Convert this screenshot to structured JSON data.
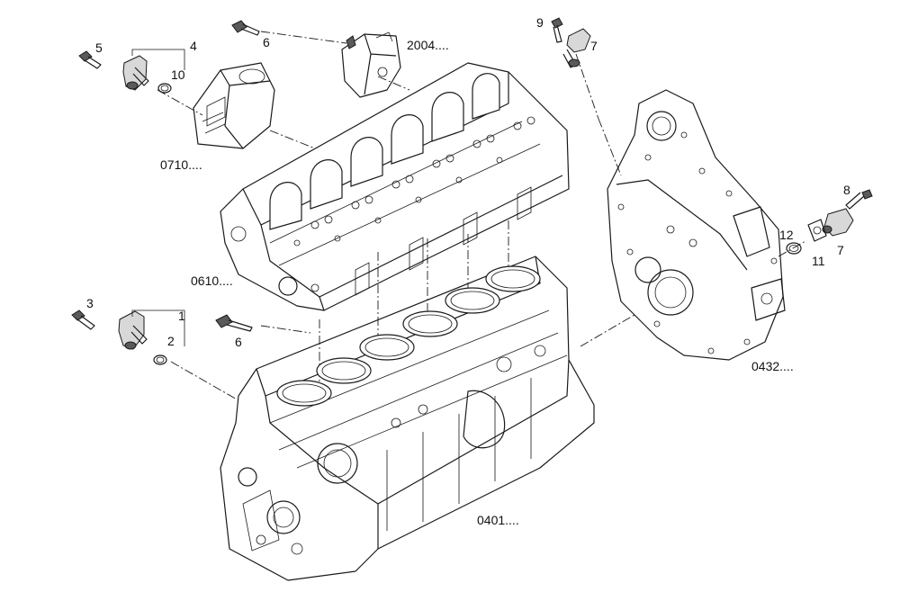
{
  "diagram": {
    "callouts": {
      "n1": "1",
      "n2": "2",
      "n3": "3",
      "n4": "4",
      "n5": "5",
      "n6a": "6",
      "n6b": "6",
      "n7a": "7",
      "n7b": "7",
      "n8": "8",
      "n9": "9",
      "n10": "10",
      "n11": "11",
      "n12": "12"
    },
    "refs": {
      "r2004": "2004....",
      "r0710": "0710....",
      "r0610": "0610....",
      "r0432": "0432....",
      "r0401": "0401...."
    }
  }
}
